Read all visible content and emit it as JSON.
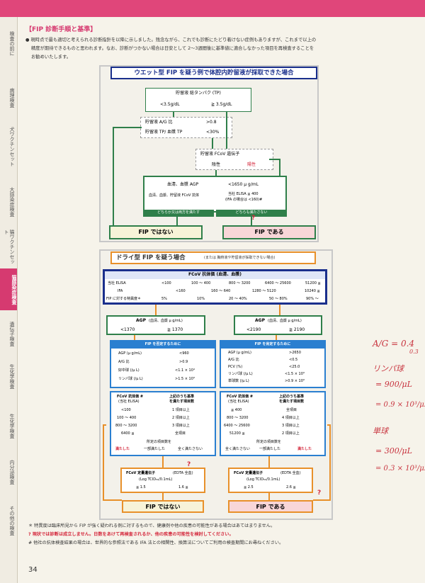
{
  "sidebar": {
    "tabs": [
      "検査の前に",
      "病理検査",
      "犬ワクチンセット",
      "猫ワクチンセット",
      "大感染症検査",
      "猫感染症検査",
      "遺伝子検査",
      "生化学検査",
      "内分泌検査",
      "その他の検査"
    ],
    "active": "猫感染症検査"
  },
  "header": {
    "title": "【FIP 診断手順と基準】",
    "intro1": "● 現時点で最も適切と考えられる診断指針を以降に示しました。残念ながら、これでも診断にたどり着けない症例もありますが、これまで以上の",
    "intro2": "精度が期待できるものと思われます。なお、診断がつかない場合は日安として 2～3週間後に基準値に適合しなかった項目を再検査することを",
    "intro3": "お勧めいたします。"
  },
  "wet": {
    "title": "ウエット型 FIP を疑う例で体腔内貯留液が採取できた場合",
    "tp_label": "貯留液 総タンパク (TP)",
    "tp_low": "<3.5g/dL",
    "tp_high": "≧ 3.5g/dL",
    "ag_label": "貯留液 A/G 比",
    "ag_val": ">0.8",
    "tpr_label": "貯留液 TP/ 血漿 TP",
    "tpr_val": "<30%",
    "gene_label": "貯留液 FCoV 遺伝子",
    "gene_neg": "陰性",
    "gene_pos": "陽性",
    "agp_label": "血清、血漿 AGP",
    "agp_val": "<1650 μ g/mL",
    "ab_label": "血清、血漿、貯留液 FCoV 抗体",
    "ab_val1": "当社 ELISA ≦ 400",
    "ab_val2": "(IFA の場合は <160)#",
    "either": "どちらか又は両方を満たす",
    "neither": "どちらも満たさない",
    "result_neg": "FIP ではない",
    "result_pos": "FIP である"
  },
  "dry": {
    "title": "ドライ型 FIP を疑う場合",
    "title_note": "(または 胸骨液や貯留液が採取できない場合)",
    "ab_title": "FCoV 抗体価 (血清、血漿)",
    "row1_label": "当社 ELISA",
    "row1": [
      "<100",
      "100 ～ 400",
      "800 ～ 3200",
      "6400 ～ 25600",
      "51200 ≦"
    ],
    "row2_label": "IFA",
    "row2": [
      "<160",
      "160 ～ 640",
      "1280 ～ 5120",
      "10240 ≦"
    ],
    "row3_label": "FIP に対する特異度＊",
    "row3": [
      "5%",
      "10%",
      "20 ～ 40%",
      "50 ～ 80%",
      "90% ～"
    ],
    "agp_l_title": "AGP",
    "agp_l_unit": "(血清、血漿 μ g/mL)",
    "agp_l_low": "<1370",
    "agp_l_high": "≧ 1370",
    "agp_r_title": "AGP",
    "agp_r_unit": "(血清、血漿 μ g/mL)",
    "agp_r_low": "<2190",
    "agp_r_high": "≧ 2190",
    "neg_title": "FIP を否定するために",
    "neg_rows": [
      [
        "AGP (μ g/mL)",
        "<960"
      ],
      [
        "A/G 比",
        ">0.9"
      ],
      [
        "好中球 (/μ L)",
        "<1.1 × 10⁴"
      ],
      [
        "リンパ球 (/μ L)",
        ">1.5 × 10³"
      ]
    ],
    "pos_title": "FIP を肯定するために",
    "pos_rows": [
      [
        "AGP (μ g/mL)",
        ">2650"
      ],
      [
        "A/G 比",
        "<0.5"
      ],
      [
        "PCV (%)",
        "<25.0"
      ],
      [
        "リンパ球 (/μ L)",
        "<1.5 × 10³"
      ],
      [
        "単球数 (/μ L)",
        ">0.9 × 10³"
      ]
    ],
    "tbl_l_h1": "FCoV 抗体価 #",
    "tbl_l_h1b": "(当社 ELISA)",
    "tbl_l_h2": "上記のうち基準",
    "tbl_l_h2b": "を満たす項目数",
    "tbl_l_rows": [
      [
        "<100",
        "1 項目以上"
      ],
      [
        "100 ～ 400",
        "2 項目以上"
      ],
      [
        "800 ～ 3200",
        "3 項目以上"
      ],
      [
        "6400 ≦",
        "全項目"
      ]
    ],
    "tbl_r_h1": "FCoV 抗体価 #",
    "tbl_r_h1b": "(当社 ELISA)",
    "tbl_r_h2": "上記のうち基準",
    "tbl_r_h2b": "を満たす項目数",
    "tbl_r_rows": [
      [
        "≦ 400",
        "全項目"
      ],
      [
        "800 ～ 3200",
        "4 項目以上"
      ],
      [
        "6400 ～ 25600",
        "3 項目以上"
      ],
      [
        "51200 ≦",
        "2 項目以上"
      ]
    ],
    "crit_label": "所定の項目数を",
    "crit_met": "満たした",
    "crit_part": "一部満たした",
    "crit_none": "全く満たさない",
    "gene_title": "FCoV 定量遺伝子",
    "gene_sub": "(EDTA 全血)",
    "gene_unit": "(Log TCID₅₀/0.1mL)",
    "gene_l_low": "≦ 1.5",
    "gene_l_high": "1.6 ≦",
    "gene_r_low": "≦ 2.5",
    "gene_r_high": "2.6 ≦",
    "result_neg": "FIP ではない",
    "result_pos": "FIP である",
    "q": "?"
  },
  "footnotes": {
    "f1": "＊ 特異度は臨床所見から FIP が強く疑われる例に対するもので、健康例や他の疾患の可能性がある場合はあてはまりません。",
    "f2": "? 現状では診断は成立しません。日数をあけて再検査されるか、他の疾患の可能性を検討してください。",
    "f3": "# 他社の抗体検査結果の場合は、世界的な参照法である IFA 法との相関性、換算法についてご利用の検査期間にお尋ねください。"
  },
  "page_number": "34",
  "handwriting": {
    "h1": "A/G = 0.4",
    "h1b": "0.3",
    "h2": "リンパ球",
    "h3": "= 900/μL",
    "h4": "= 0.9 × 10³/μL",
    "h5": "単球",
    "h6": "= 300/μL",
    "h7": "= 0.3 × 10³/μL"
  },
  "colors": {
    "pink": "#e0467a",
    "navy": "#1a2f8c",
    "green": "#2f7f4a",
    "orange": "#e8902a",
    "red": "#d4283c",
    "blue": "#2a7fd0"
  }
}
